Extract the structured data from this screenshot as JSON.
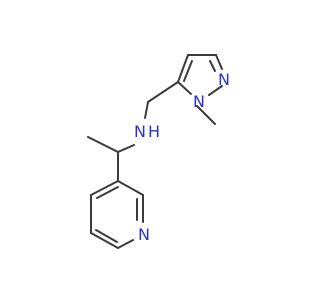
{
  "molecule": {
    "atoms": {
      "amine_nitrogen": "N",
      "amine_hydrogen": "H",
      "pyrazole_n1": "N",
      "pyrazole_n2": "N",
      "pyridine_nitrogen": "N"
    },
    "colors": {
      "bond": "#3b3b3b",
      "nitrogen": "#2a32d6",
      "background": "#ffffff"
    }
  }
}
